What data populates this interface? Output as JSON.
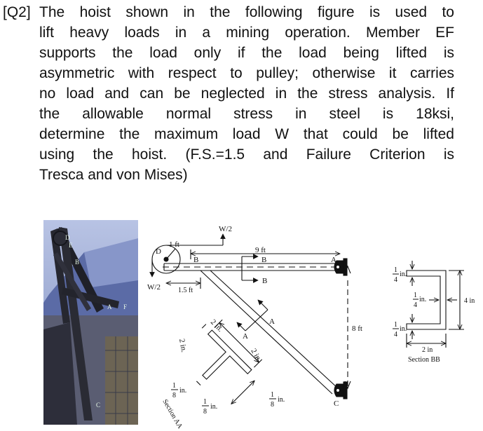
{
  "question": {
    "number": "[Q2]",
    "lines": [
      "The hoist shown in the following figure is used to",
      "lift heavy loads in a mining operation. Member EF",
      "supports the load only if the load being lifted is",
      "asymmetric with respect to pulley; otherwise it carries",
      "no load and can be neglected in the stress analysis. If",
      "the allowable normal stress in steel is 18ksi,",
      "determine the maximum load W that could be lifted",
      "using the hoist. (F.S.=1.5 and Failure Criterion is",
      "Tresca and von Mises)"
    ]
  },
  "photo": {
    "labels": {
      "d": "D",
      "e": "E",
      "b": "B",
      "a": "A",
      "f": "F",
      "c": "C"
    }
  },
  "diagram": {
    "top_load": "W/2",
    "left_load": "W/2",
    "pulley_radius": "1 ft",
    "point_d": "D",
    "point_b_left": "B",
    "point_b_upper": "B",
    "point_b_lower": "B",
    "point_a_joint": "A",
    "point_a_cut_upper": "A",
    "point_a_cut_lower": "A",
    "point_c": "C",
    "dim_9ft": "9 ft",
    "dim_1_5ft": "1.5 ft",
    "dim_8ft": "8 ft"
  },
  "section_aa": {
    "title": "Section AA",
    "dim_top": "2 in.",
    "dim_left": "2 in.",
    "dim_right": "2 in.",
    "frac_num": "1",
    "frac_den": "8",
    "unit": "in."
  },
  "section_bb": {
    "title": "Section BB",
    "frac_num": "1",
    "frac_den": "4",
    "unit": "in.",
    "dim_height": "4 in",
    "dim_width": "2 in"
  }
}
